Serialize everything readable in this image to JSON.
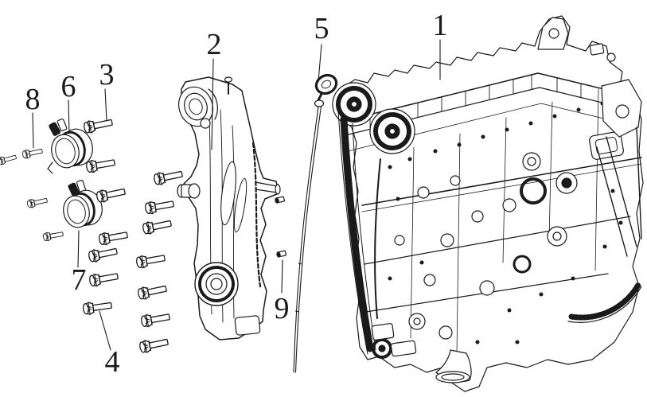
{
  "diagram": {
    "background_color": "#ffffff",
    "line_color": "#1a1a1a",
    "callouts": [
      {
        "label": "1"
      },
      {
        "label": "2"
      },
      {
        "label": "3"
      },
      {
        "label": "4"
      },
      {
        "label": "5"
      },
      {
        "label": "6"
      },
      {
        "label": "7"
      },
      {
        "label": "8"
      },
      {
        "label": "9"
      }
    ]
  }
}
